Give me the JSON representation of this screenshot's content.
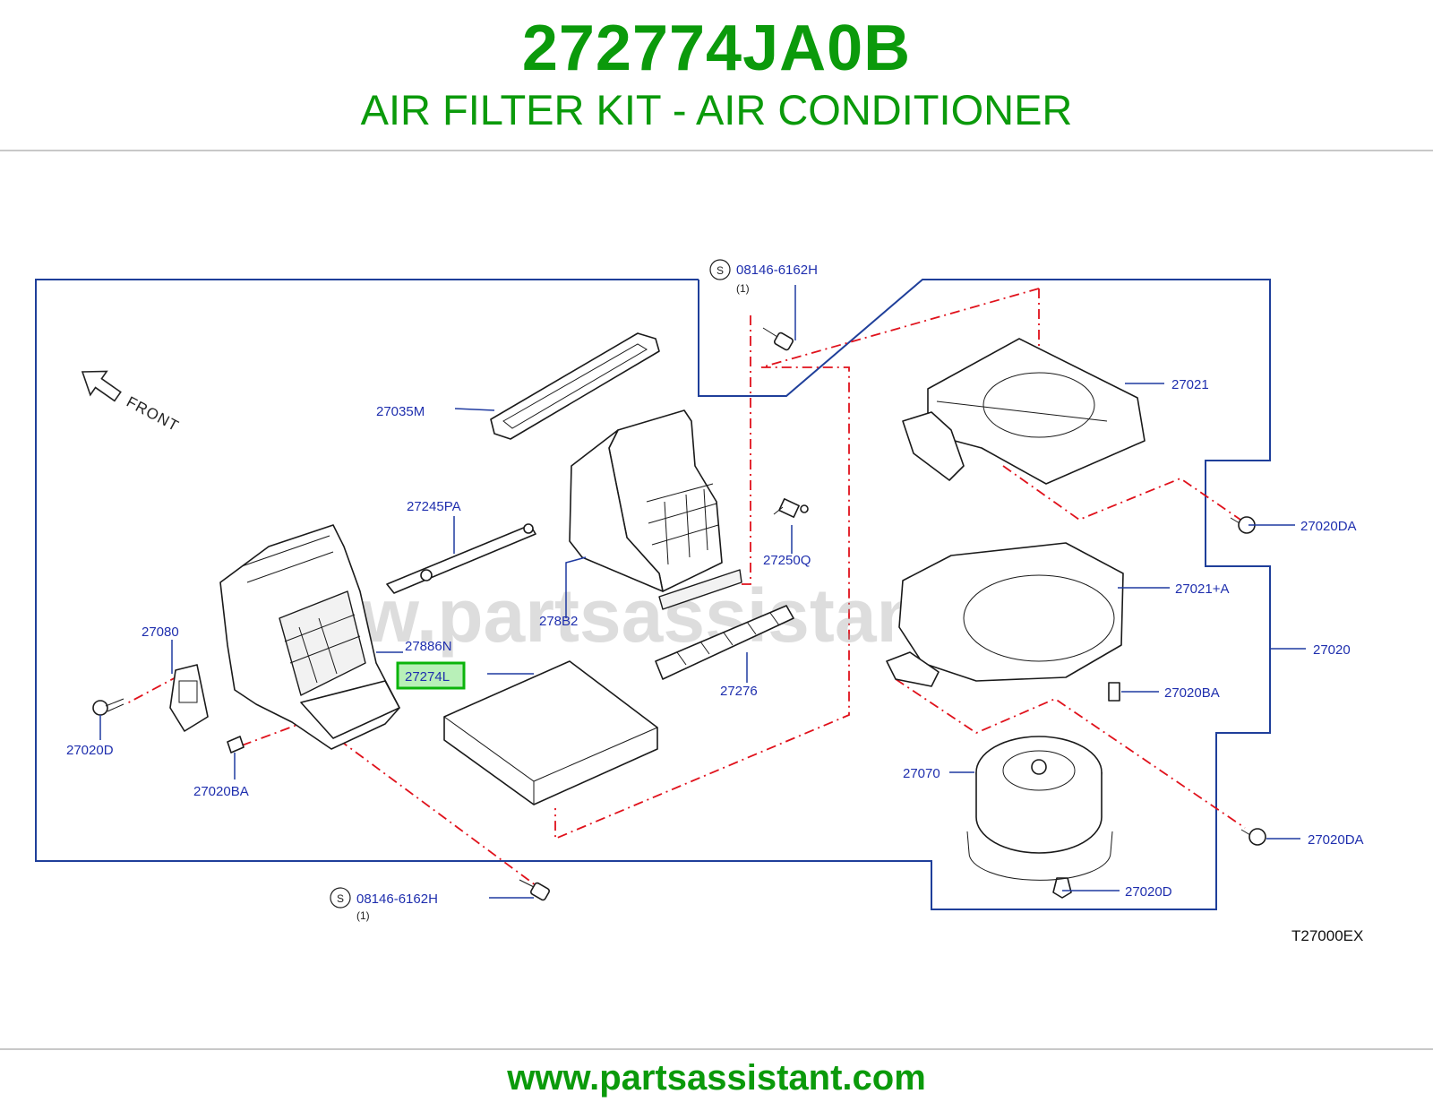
{
  "header": {
    "part_number": "272774JA0B",
    "title": "AIR FILTER KIT - AIR CONDITIONER"
  },
  "footer": {
    "url": "www.partsassistant.com"
  },
  "diagram": {
    "watermark": "www.partsassistant.com",
    "reference_code": "T27000EX",
    "front_label": "FRONT",
    "highlighted_part": "27274L",
    "colors": {
      "brand_green": "#0b9a0b",
      "label_blue": "#1f2fae",
      "dash_red": "#e0111b",
      "highlight": "#b8f0b8"
    },
    "screw_callouts": [
      {
        "symbol": "S",
        "number": "08146-6162H",
        "qty": "(1)"
      },
      {
        "symbol": "S",
        "number": "08146-6162H",
        "qty": "(1)"
      }
    ],
    "callouts": [
      "27021",
      "27035M",
      "27245PA",
      "27250Q",
      "27020DA",
      "27021+A",
      "278B2",
      "27080",
      "27886N",
      "27274L",
      "27020",
      "27276",
      "27020BA",
      "27020D",
      "27020BA",
      "27070",
      "27020DA",
      "27020D"
    ]
  }
}
